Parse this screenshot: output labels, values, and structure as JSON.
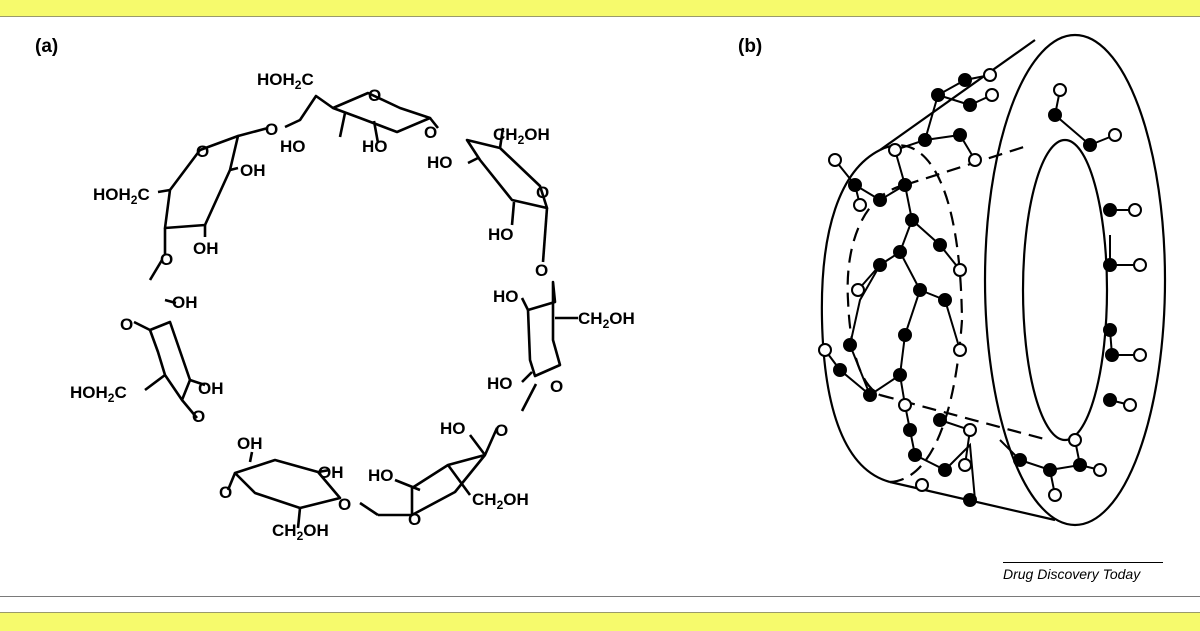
{
  "panels": {
    "a_label": "(a)",
    "b_label": "(b)"
  },
  "structure": {
    "labels": {
      "hoh2c_top": "HOH",
      "hoh2c_left": "HOH",
      "hoh2c_lower": "HOH",
      "ch2oh_top_right": "CH",
      "ch2oh_right": "CH",
      "ch2oh_bottom_right": "CH",
      "ch2oh_bottom": "CH",
      "oh_1": "OH",
      "oh_2": "OH",
      "oh_3": "OH",
      "oh_4": "OH",
      "oh_5": "OH",
      "ho_1": "HO",
      "ho_2": "HO",
      "ho_3": "HO",
      "ho_4": "HO",
      "ho_5": "HO",
      "ho_6": "HO",
      "ho_7": "HO",
      "ho_8": "HO",
      "o": "O"
    }
  },
  "credit": "Drug Discovery Today",
  "colors": {
    "band": "#f6fa6c",
    "ink": "#000000"
  }
}
